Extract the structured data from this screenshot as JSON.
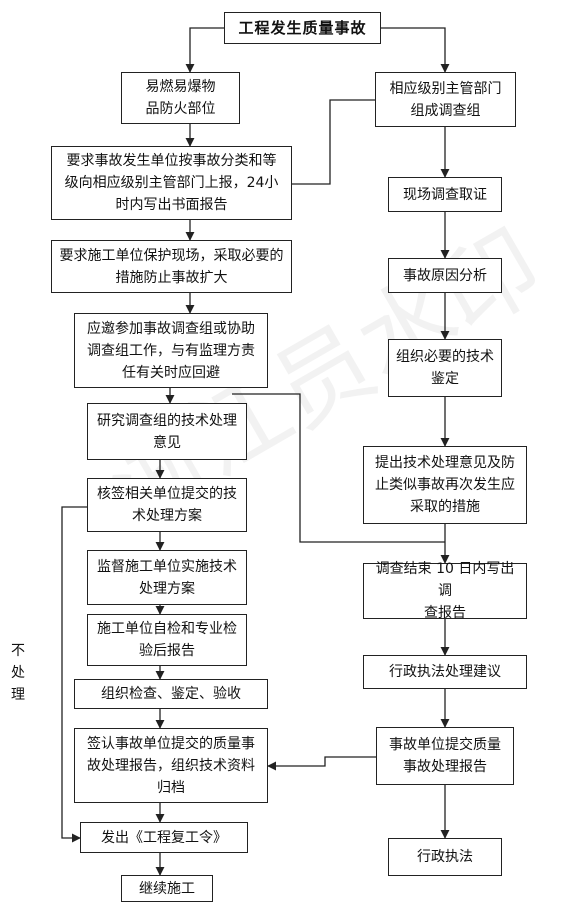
{
  "title": "工程发生质量事故",
  "left_steps": [
    "易燃易爆物\n品防火部位",
    "要求事故发生单位按事故分类和等\n级向相应级别主管部门上报，24小\n时内写出书面报告",
    "要求施工单位保护现场，采取必要的\n措施防止事故扩大",
    "应邀参加事故调查组或协助\n调查组工作，与有监理方责\n任有关时应回避",
    "研究调查组的技术处理\n意见",
    "核签相关单位提交的技\n术处理方案",
    "监督施工单位实施技术\n处理方案",
    "施工单位自检和专业检\n验后报告",
    "组织检查、鉴定、验收",
    "签认事故单位提交的质量事\n故处理报告，组织技术资料\n归档",
    "发出《工程复工令》",
    "继续施工"
  ],
  "right_steps": [
    "相应级别主管部门\n组成调查组",
    "现场调查取证",
    "事故原因分析",
    "组织必要的技术\n鉴定",
    "提出技术处理意见及防\n止类似事故再次发生应\n采取的措施",
    "调查结束 10 日内写出调\n查报告",
    "行政执法处理建议",
    "事故单位提交质量\n事故处理报告",
    "行政执法"
  ],
  "side_label": "不\n处\n理",
  "watermark": "浙江员水印"
}
